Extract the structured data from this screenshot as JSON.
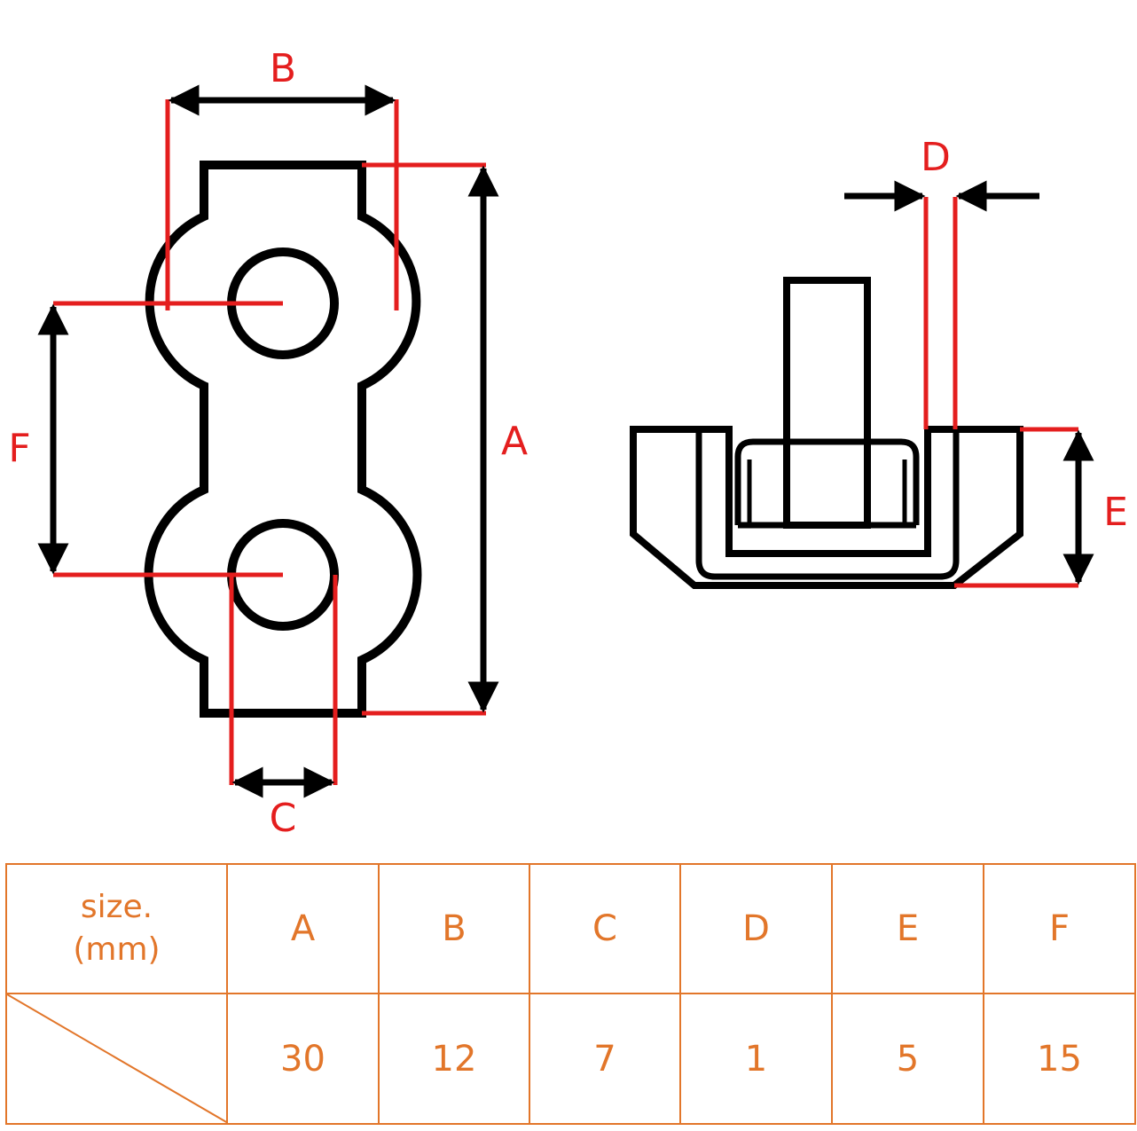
{
  "colors": {
    "outline": "#000000",
    "dimension": "#e41e1e",
    "table": "#e2762a",
    "background": "#ffffff"
  },
  "labels": {
    "a": "A",
    "b": "B",
    "c": "C",
    "d": "D",
    "e": "E",
    "f": "F"
  },
  "table": {
    "size_line1": "size.",
    "size_line2": "(mm)",
    "headers": [
      "A",
      "B",
      "C",
      "D",
      "E",
      "F"
    ],
    "values": [
      "30",
      "12",
      "7",
      "1",
      "5",
      "15"
    ]
  }
}
